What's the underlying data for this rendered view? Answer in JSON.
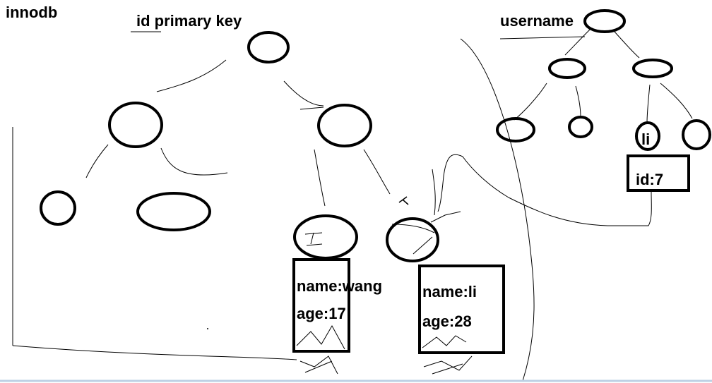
{
  "labels": {
    "engine": "innodb",
    "primary_index": "id primary key",
    "secondary_index": "username"
  },
  "records": {
    "record_1": {
      "name": "name:wang",
      "age": "age:17"
    },
    "record_2": {
      "name": "name:li",
      "age": "age:28"
    }
  },
  "secondary_leaf": {
    "key": "li",
    "pointer": "id:7"
  }
}
